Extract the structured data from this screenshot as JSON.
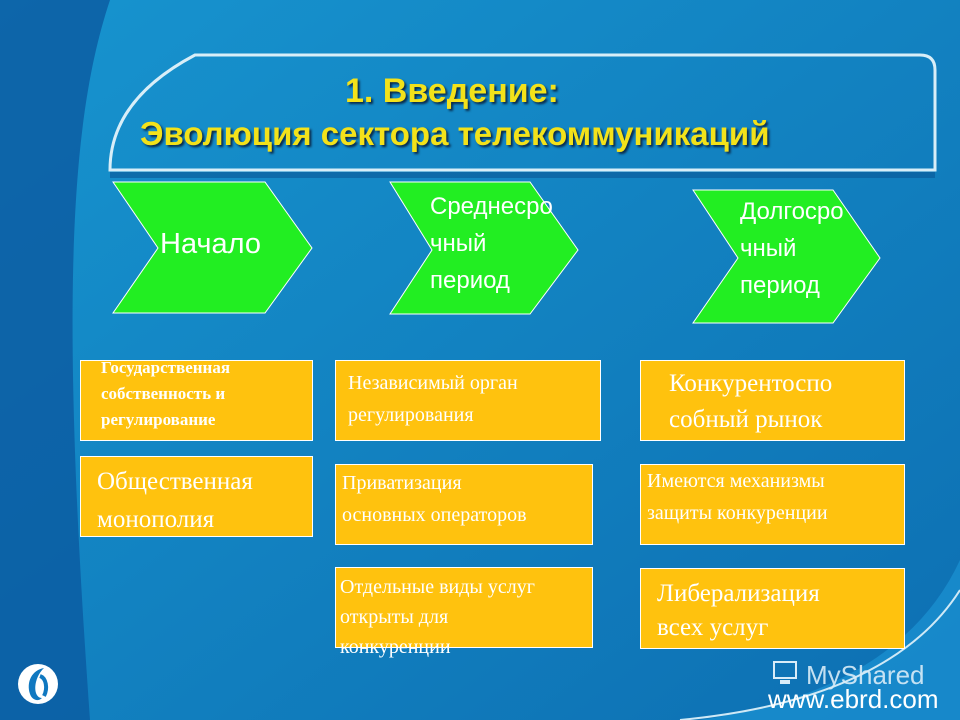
{
  "title": {
    "line1": "1.  Введение:",
    "line2": "Эволюция сектора телекоммуникаций"
  },
  "stages": [
    {
      "label": "Начало"
    },
    {
      "label_lines": [
        "Среднесро",
        "чный",
        "период"
      ]
    },
    {
      "label_lines": [
        "Долгосро",
        "чный",
        "период"
      ]
    }
  ],
  "boxes": {
    "col1": [
      {
        "lines": [
          "Государственная",
          "собственность и",
          "регулирование"
        ]
      },
      {
        "lines": [
          "Общественная",
          "монополия"
        ]
      }
    ],
    "col2": [
      {
        "lines": [
          "Независимый орган",
          "регулирования"
        ]
      },
      {
        "lines": [
          "Приватизация",
          "основных операторов"
        ]
      },
      {
        "lines": [
          "Отдельные виды услуг",
          "открыты для",
          "конкуренции"
        ]
      }
    ],
    "col3": [
      {
        "lines": [
          "Конкурентоспо",
          "собный рынок"
        ]
      },
      {
        "lines": [
          "Имеются механизмы",
          "защиты конкуренции"
        ]
      },
      {
        "lines": [
          "Либерализация",
          "всех услуг"
        ]
      }
    ]
  },
  "footer": {
    "url": "www.ebrd.com",
    "watermark": "MyShared"
  },
  "colors": {
    "chevron": "#22ee22",
    "box": "#ffc20e",
    "title": "#f3e21a"
  }
}
